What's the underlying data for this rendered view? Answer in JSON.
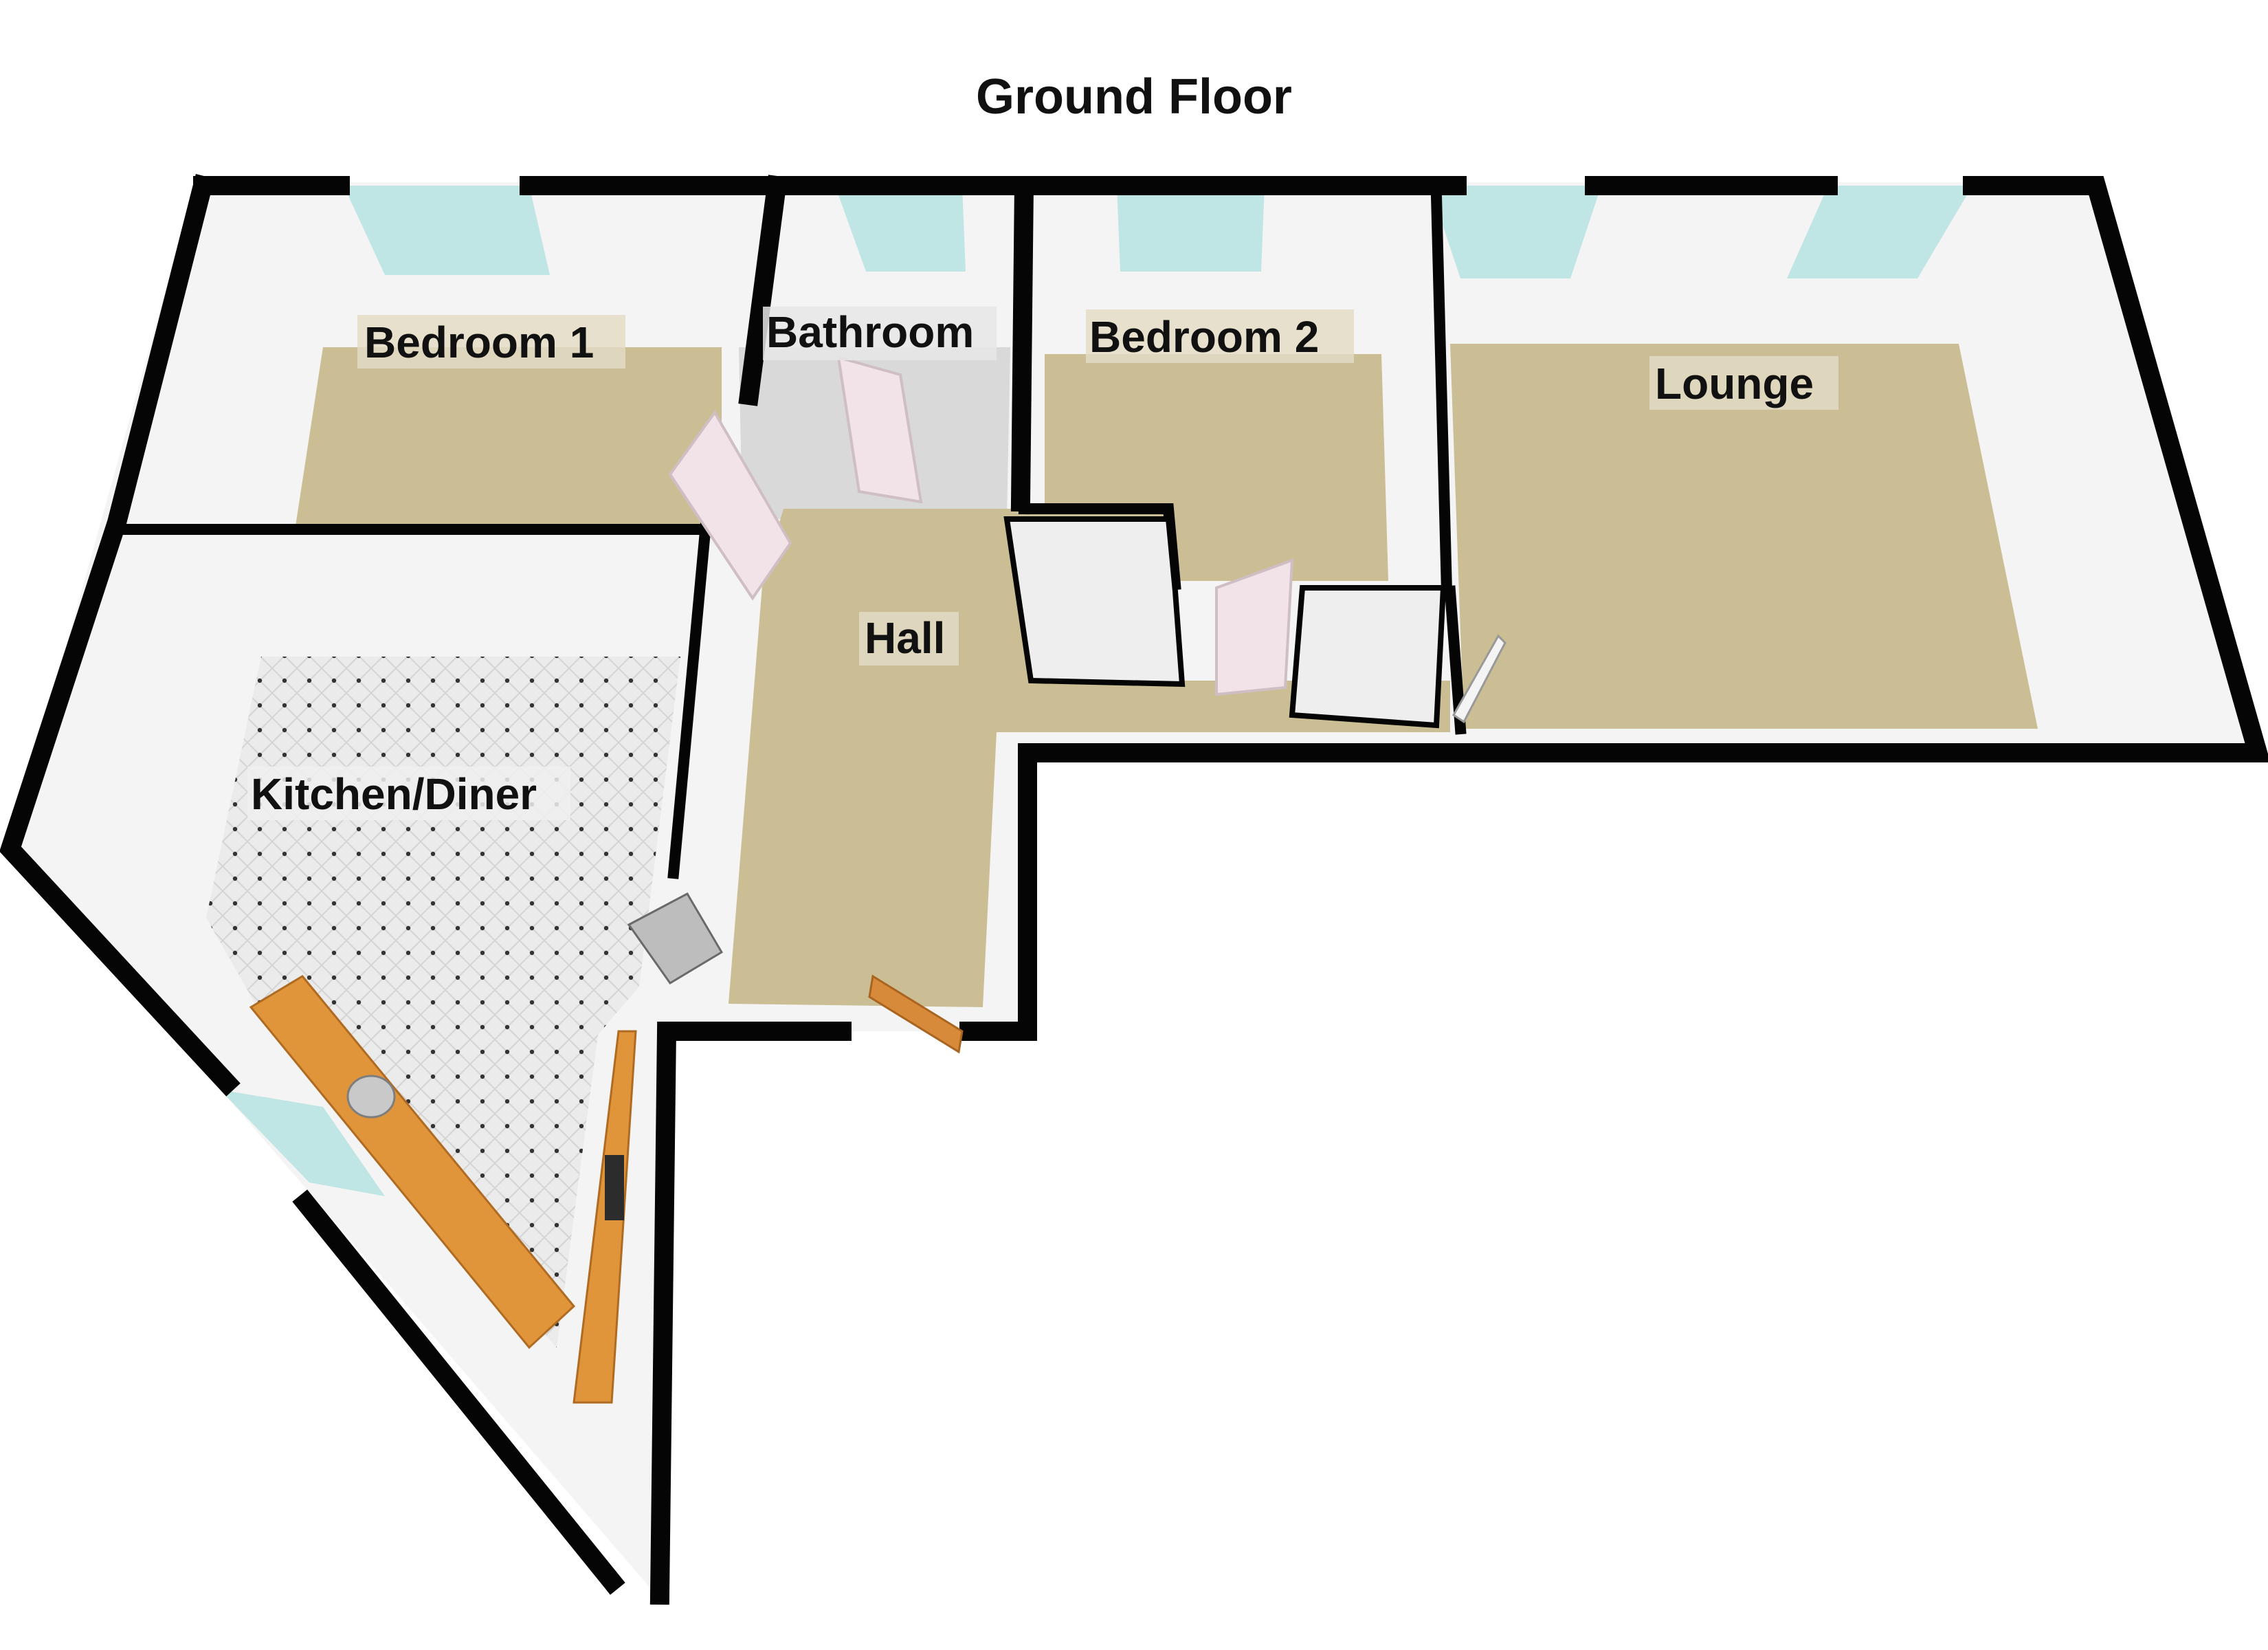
{
  "title": "Ground Floor",
  "rooms": {
    "bedroom1": "Bedroom 1",
    "bathroom": "Bathroom",
    "bedroom2": "Bedroom 2",
    "lounge": "Lounge",
    "hall": "Hall",
    "kitchen": "Kitchen/Diner"
  },
  "colors": {
    "wall": "#050505",
    "carpet": "#cbbe94",
    "tile": "#e9e9e9",
    "inner_wall": "#f2f2f2",
    "window": "#bfe6e4",
    "worktop": "#e0953a",
    "door": "#f1e3e7"
  }
}
